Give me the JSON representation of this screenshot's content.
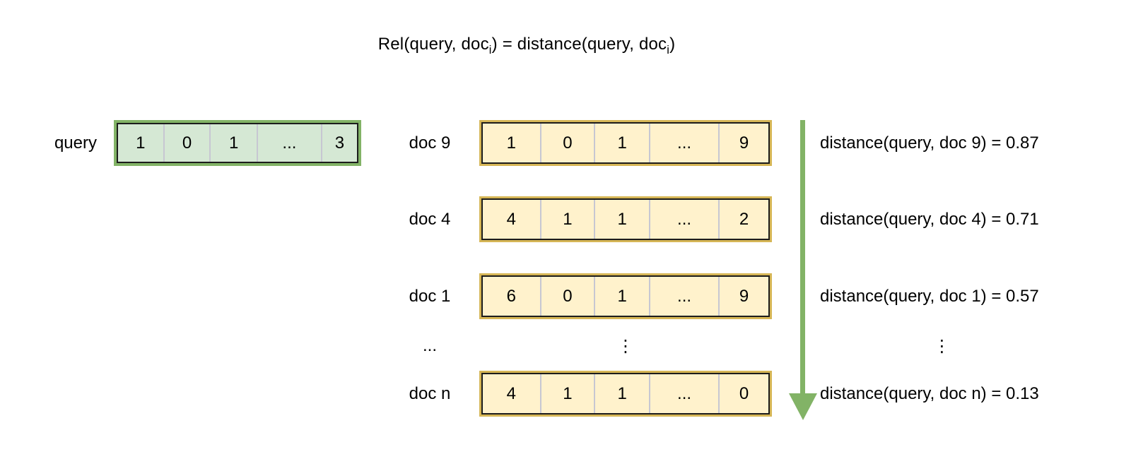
{
  "title": {
    "pre": "Rel(query, doc",
    "sub_a": "i",
    "mid": ") = distance(query, doc",
    "sub_b": "i",
    "post": ")"
  },
  "query": {
    "label": "query",
    "cells": [
      "1",
      "0",
      "1",
      "...",
      "3"
    ]
  },
  "docs": [
    {
      "label": "doc 9",
      "cells": [
        "1",
        "0",
        "1",
        "...",
        "9"
      ],
      "distance": "distance(query, doc 9) = 0.87"
    },
    {
      "label": "doc 4",
      "cells": [
        "4",
        "1",
        "1",
        "...",
        "2"
      ],
      "distance": "distance(query, doc 4) = 0.71"
    },
    {
      "label": "doc 1",
      "cells": [
        "6",
        "0",
        "1",
        "...",
        "9"
      ],
      "distance": "distance(query, doc 1) = 0.57"
    },
    {
      "label": "doc n",
      "cells": [
        "4",
        "1",
        "1",
        "...",
        "0"
      ],
      "distance": "distance(query, doc n) = 0.13"
    }
  ],
  "ellipsis": {
    "label_dots": "...",
    "vector_dots": "⋮",
    "distance_dots": "⋮"
  },
  "icons": {
    "ranking_arrow": "down-arrow"
  },
  "colors": {
    "query_fill": "#d5e8d4",
    "query_stroke": "#82b366",
    "doc_fill": "#fff2cc",
    "doc_stroke": "#d6b656",
    "arrow": "#82b366"
  }
}
